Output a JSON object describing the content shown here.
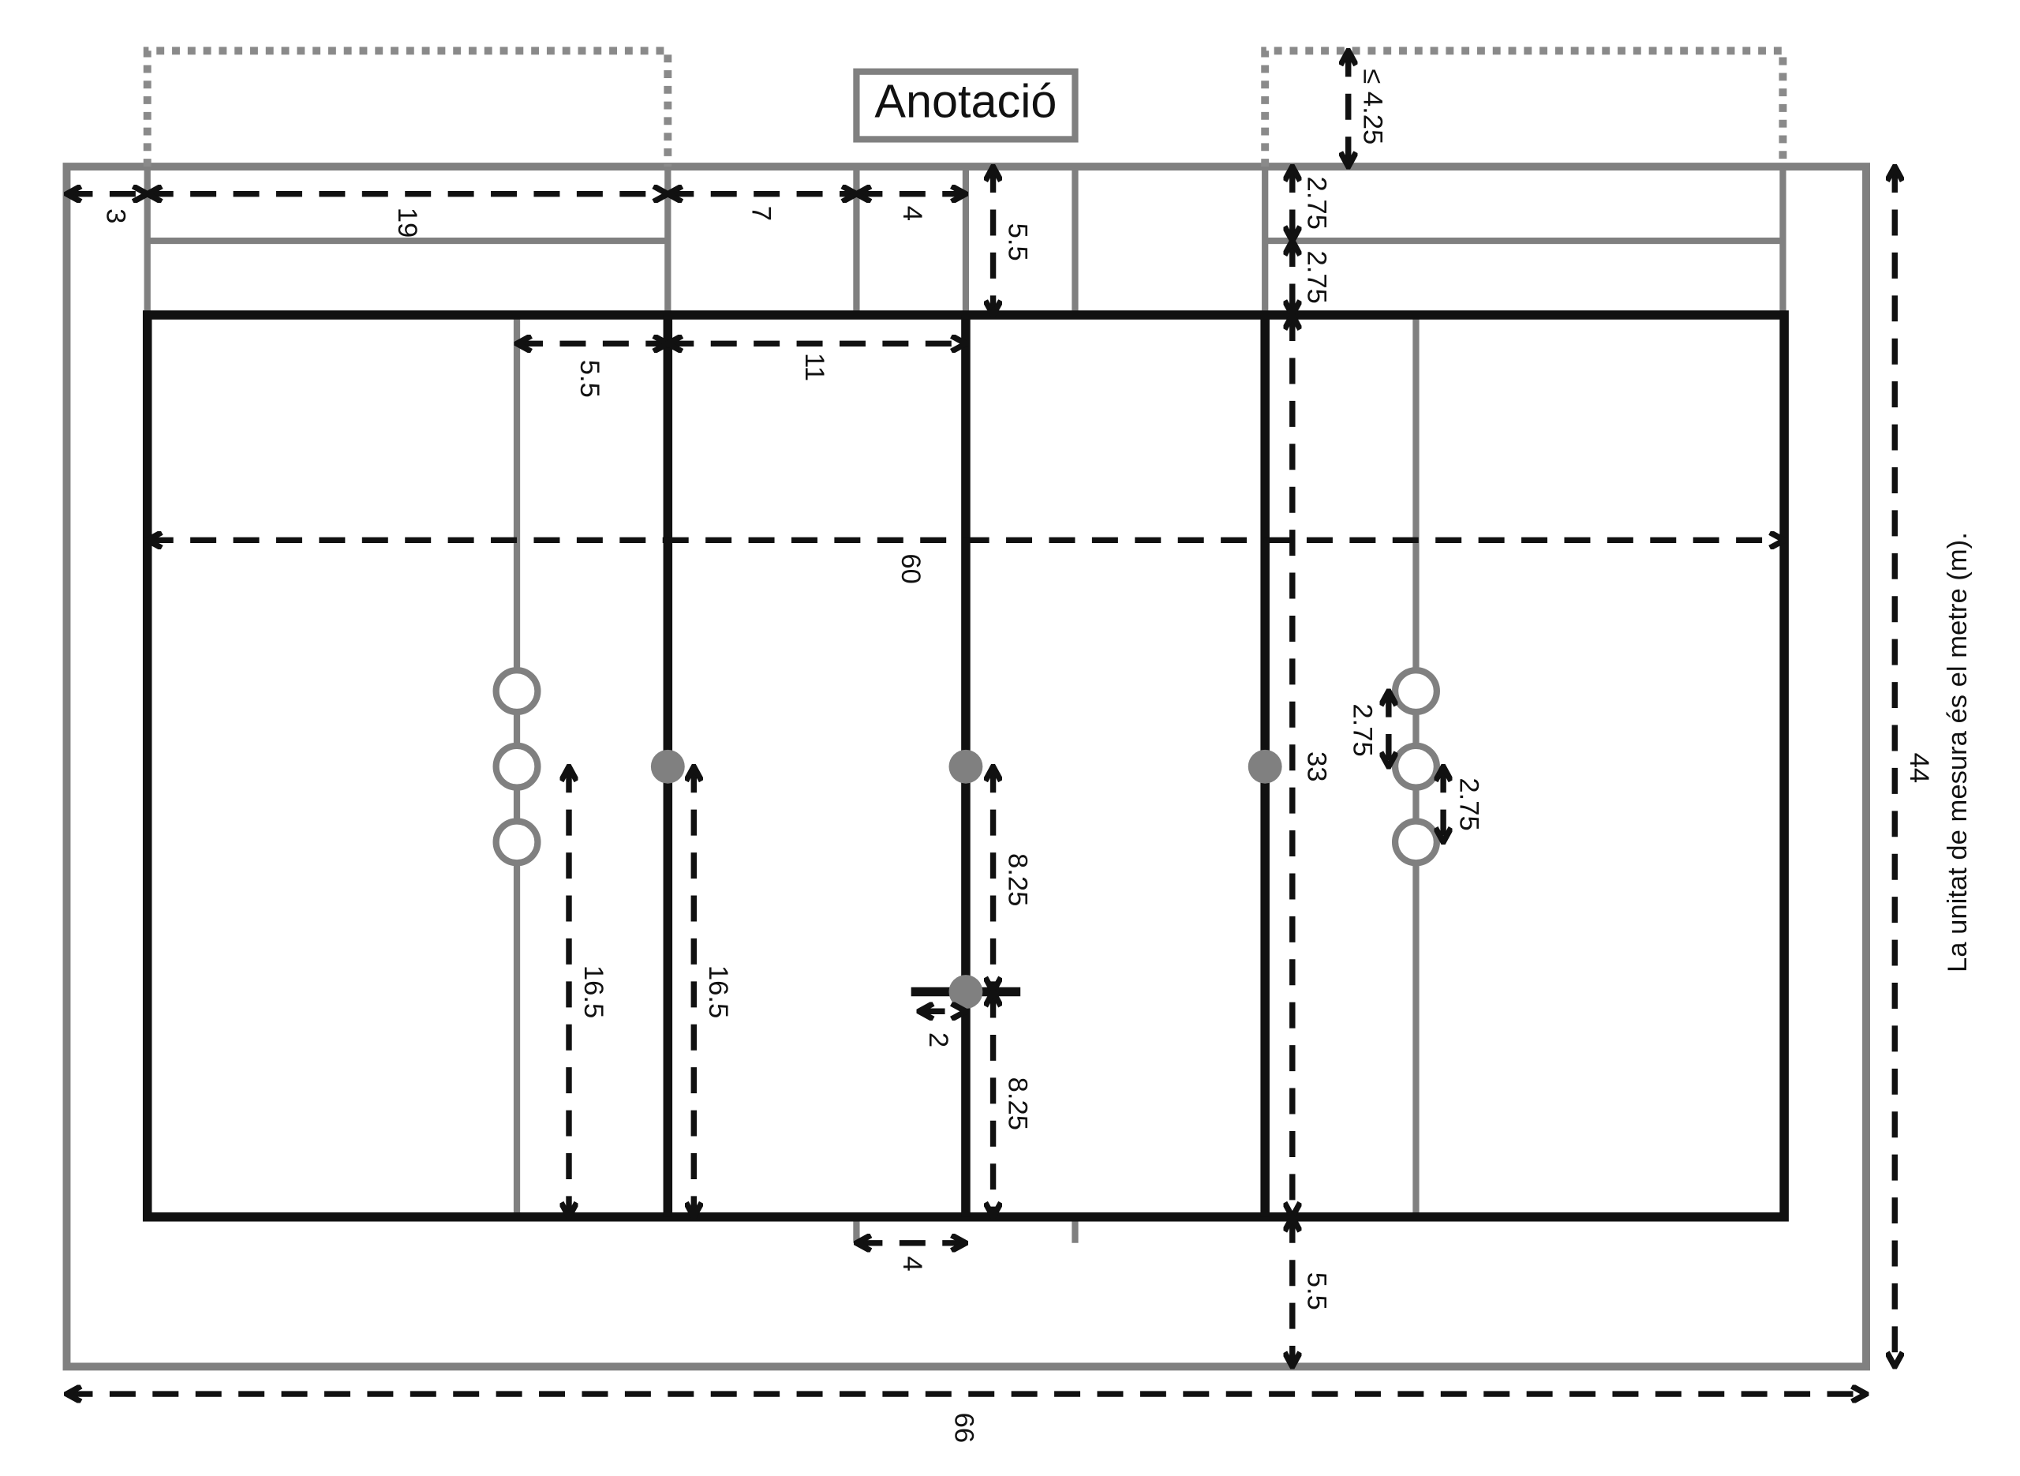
{
  "annotation_label": "Anotació",
  "unit_note": "La unitat de mesura és el metre (m).",
  "dimensions": {
    "total_width": "66",
    "total_height": "44",
    "field_length": "60",
    "field_width": "33",
    "left_margin": "3",
    "bench_length": "19",
    "bench_gap": "7",
    "table_half": "4",
    "bottom_table_half": "4",
    "top_margin": "5.5",
    "bottom_margin": "5.5",
    "top_strip_1": "2.75",
    "top_strip_2": "2.75",
    "warmup_limit": "≤ 4.25",
    "ten_m_to_fifteen": "5.5",
    "fifteen_to_center": "11",
    "left_spot_height": "16.5",
    "fifteen_spot_height": "16.5",
    "center_upper": "8.25",
    "center_lower": "8.25",
    "center_mark": "2",
    "circle_spacing_1": "2.75",
    "circle_spacing_2": "2.75"
  },
  "colors": {
    "field_lines": "#111111",
    "area_lines": "#808080",
    "spots": "#808080",
    "dimension_lines": "#111111"
  }
}
